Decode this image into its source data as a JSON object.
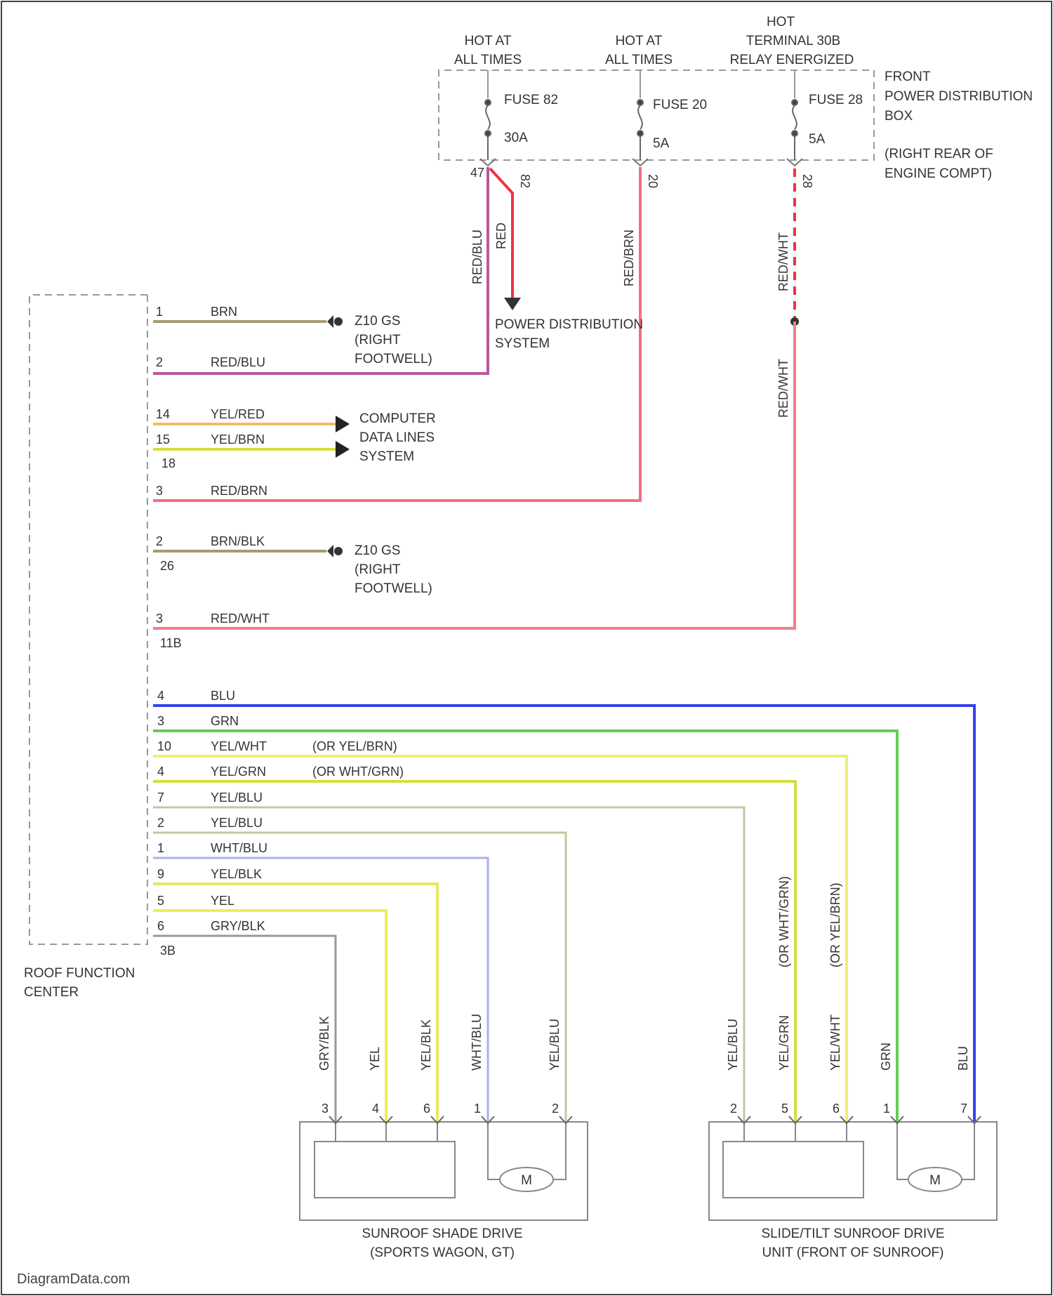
{
  "power_sources": {
    "left": [
      "HOT AT",
      "ALL TIMES"
    ],
    "middle": [
      "HOT AT",
      "ALL TIMES"
    ],
    "right": [
      "HOT",
      "TERMINAL 30B",
      "RELAY ENERGIZED"
    ]
  },
  "fuses": {
    "f1_name": "FUSE 82",
    "f1_rating": "30A",
    "f2_name": "FUSE 20",
    "f2_rating": "5A",
    "f3_name": "FUSE 28",
    "f3_rating": "5A"
  },
  "fuse_box": {
    "name": [
      "FRONT",
      "POWER DISTRIBUTION",
      "BOX"
    ],
    "location": [
      "(RIGHT REAR OF",
      "ENGINE COMPT)"
    ]
  },
  "fuse_pins": {
    "p1a": "47",
    "p1b": "82",
    "p2": "20",
    "p3": "28"
  },
  "vertical_wire_labels": {
    "red_blu": "RED/BLU",
    "red": "RED",
    "red_brn": "RED/BRN",
    "red_wht_upper": "RED/WHT",
    "red_wht_lower": "RED/WHT"
  },
  "refs": {
    "power_distribution": [
      "POWER DISTRIBUTION",
      "SYSTEM"
    ],
    "ground1": [
      "Z10 GS",
      "(RIGHT",
      "FOOTWELL)"
    ],
    "ground2": [
      "Z10 GS",
      "(RIGHT",
      "FOOTWELL)"
    ],
    "computer_data": [
      "COMPUTER",
      "DATA LINES",
      "SYSTEM"
    ]
  },
  "rfc_upper_pins": [
    {
      "pin": "1",
      "wire": "BRN"
    },
    {
      "pin": "2",
      "wire": "RED/BLU"
    },
    {
      "pin": "14",
      "wire": "YEL/RED"
    },
    {
      "pin": "15",
      "wire": "YEL/BRN"
    },
    {
      "pin": "3",
      "wire": "RED/BRN"
    },
    {
      "pin": "2",
      "wire": "BRN/BLK"
    },
    {
      "pin": "3",
      "wire": "RED/WHT"
    }
  ],
  "connector_ids": {
    "c1": "18",
    "c2": "26",
    "c3": "11B",
    "c4": "3B"
  },
  "rfc_lower_pins": [
    {
      "pin": "4",
      "wire": "BLU",
      "note": ""
    },
    {
      "pin": "3",
      "wire": "GRN",
      "note": ""
    },
    {
      "pin": "10",
      "wire": "YEL/WHT",
      "note": "(OR YEL/BRN)"
    },
    {
      "pin": "4",
      "wire": "YEL/GRN",
      "note": "(OR WHT/GRN)"
    },
    {
      "pin": "7",
      "wire": "YEL/BLU",
      "note": ""
    },
    {
      "pin": "2",
      "wire": "YEL/BLU",
      "note": ""
    },
    {
      "pin": "1",
      "wire": "WHT/BLU",
      "note": ""
    },
    {
      "pin": "9",
      "wire": "YEL/BLK",
      "note": ""
    },
    {
      "pin": "5",
      "wire": "YEL",
      "note": ""
    },
    {
      "pin": "6",
      "wire": "GRY/BLK",
      "note": ""
    }
  ],
  "rfc_label": [
    "ROOF FUNCTION",
    "CENTER"
  ],
  "shade_drive": {
    "wires": [
      "GRY/BLK",
      "YEL",
      "YEL/BLK",
      "WHT/BLU",
      "YEL/BLU"
    ],
    "pins": [
      "3",
      "4",
      "6",
      "1",
      "2"
    ],
    "label": [
      "SUNROOF SHADE DRIVE",
      "(SPORTS WAGON, GT)"
    ],
    "motor": "M"
  },
  "slide_drive": {
    "wires": [
      "YEL/BLU",
      "YEL/GRN",
      "YEL/WHT",
      "GRN",
      "BLU"
    ],
    "notes": [
      "(OR WHT/GRN)",
      "(OR YEL/BRN)"
    ],
    "pins": [
      "2",
      "5",
      "6",
      "1",
      "7"
    ],
    "label": [
      "SLIDE/TILT SUNROOF DRIVE",
      "UNIT (FRONT OF SUNROOF)"
    ],
    "motor": "M"
  },
  "watermark": "DiagramData.com",
  "colors": {
    "red": "#ee3344",
    "red_light": "#f0808a",
    "red_blu": "#b8589a",
    "brn": "#a89a70",
    "yel_red": "#f2bc66",
    "yel_brn": "#d8dc40",
    "blu": "#3344ee",
    "grn": "#66cc55",
    "yel": "#eeee55",
    "yel_grn": "#d0e040",
    "yel_blu": "#c2c8a0",
    "wht_blu": "#aab0ee",
    "gry": "#999999"
  }
}
